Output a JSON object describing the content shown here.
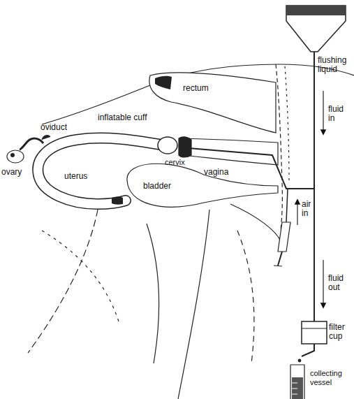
{
  "diagram": {
    "labels": [
      "flushing liquid",
      "fluid in",
      "rectum",
      "inflatable cuff",
      "oviduct",
      "cervix",
      "vagina",
      "air in",
      "ovary",
      "bladder",
      "uterus",
      "fluid out",
      "filter cup",
      "collecting vessel"
    ]
  }
}
